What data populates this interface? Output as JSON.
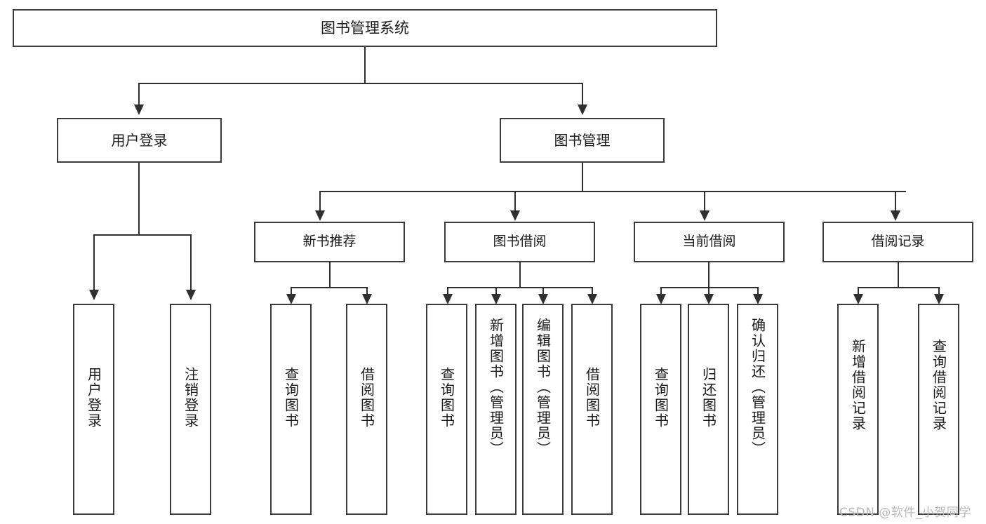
{
  "diagram": {
    "title": "图书管理系统",
    "type": "功能结构图",
    "root": {
      "label": "图书管理系统"
    },
    "level1": [
      {
        "id": "user-login",
        "label": "用户登录"
      },
      {
        "id": "book-manage",
        "label": "图书管理"
      }
    ],
    "level2": [
      {
        "id": "new-book-recommend",
        "label": "新书推荐"
      },
      {
        "id": "book-borrow",
        "label": "图书借阅"
      },
      {
        "id": "current-borrow",
        "label": "当前借阅"
      },
      {
        "id": "borrow-record",
        "label": "借阅记录"
      }
    ],
    "leaves": {
      "user_login": [
        {
          "id": "leaf-user-login",
          "label": "用户登录"
        },
        {
          "id": "leaf-logout",
          "label": "注销登录"
        }
      ],
      "new_book_recommend": [
        {
          "id": "leaf-query-book-1",
          "label": "查询图书"
        },
        {
          "id": "leaf-borrow-book-1",
          "label": "借阅图书"
        }
      ],
      "book_borrow": [
        {
          "id": "leaf-query-book-2",
          "label": "查询图书"
        },
        {
          "id": "leaf-add-book",
          "label": "新增图书（管理员）"
        },
        {
          "id": "leaf-edit-book",
          "label": "编辑图书（管理员）"
        },
        {
          "id": "leaf-borrow-book-2",
          "label": "借阅图书"
        }
      ],
      "current_borrow": [
        {
          "id": "leaf-query-book-3",
          "label": "查询图书"
        },
        {
          "id": "leaf-return-book",
          "label": "归还图书"
        },
        {
          "id": "leaf-confirm-return",
          "label": "确认归还（管理员）"
        }
      ],
      "borrow_record": [
        {
          "id": "leaf-add-record",
          "label": "新增借阅记录"
        },
        {
          "id": "leaf-query-record",
          "label": "查询借阅记录"
        }
      ]
    }
  },
  "watermark": {
    "text": "CSDN @软件_小贺同学"
  },
  "colors": {
    "box_border": "#3b3b3b",
    "connector": "#2f2f2f",
    "background": "#ffffff",
    "text": "#1a1a1a",
    "watermark": "#b9b9b9"
  }
}
